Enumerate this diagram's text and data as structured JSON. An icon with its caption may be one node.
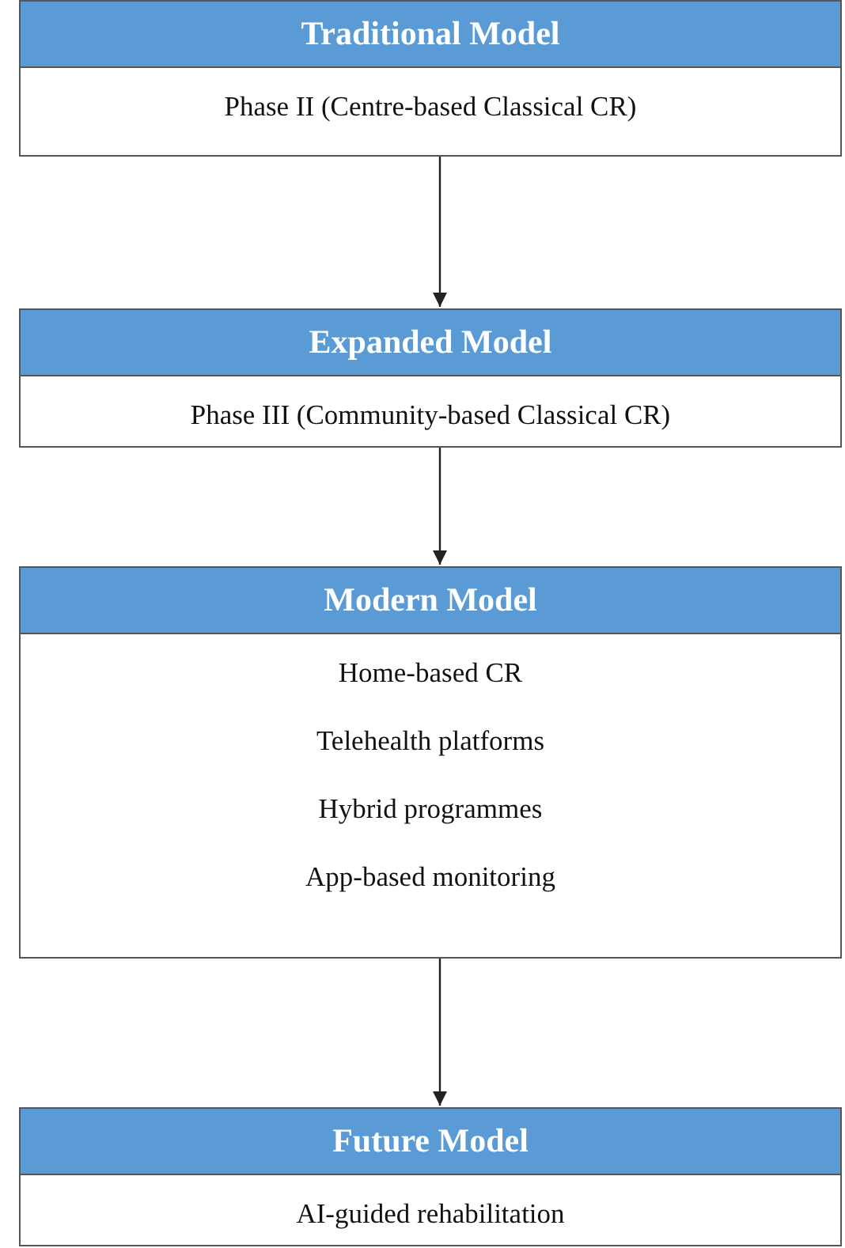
{
  "diagram": {
    "nodes": [
      {
        "text": [
          "Traditional Model",
          "Phase II (Centre-based Classical CR)"
        ]
      },
      {
        "text": [
          "Expanded Model",
          "Phase III (Community-based Classical CR)"
        ]
      },
      {
        "text": [
          "Modern Model",
          "Home-based CR",
          "Telehealth platforms",
          "Hybrid programmes",
          "App-based monitoring"
        ]
      },
      {
        "text": [
          "Future Model",
          "AI-guided rehabilitation"
        ]
      }
    ],
    "edges": [
      {
        "from": 0,
        "to": 1,
        "arrow": "to"
      },
      {
        "from": 1,
        "to": 2,
        "arrow": "to"
      },
      {
        "from": 2,
        "to": 3,
        "arrow": "to"
      }
    ]
  }
}
